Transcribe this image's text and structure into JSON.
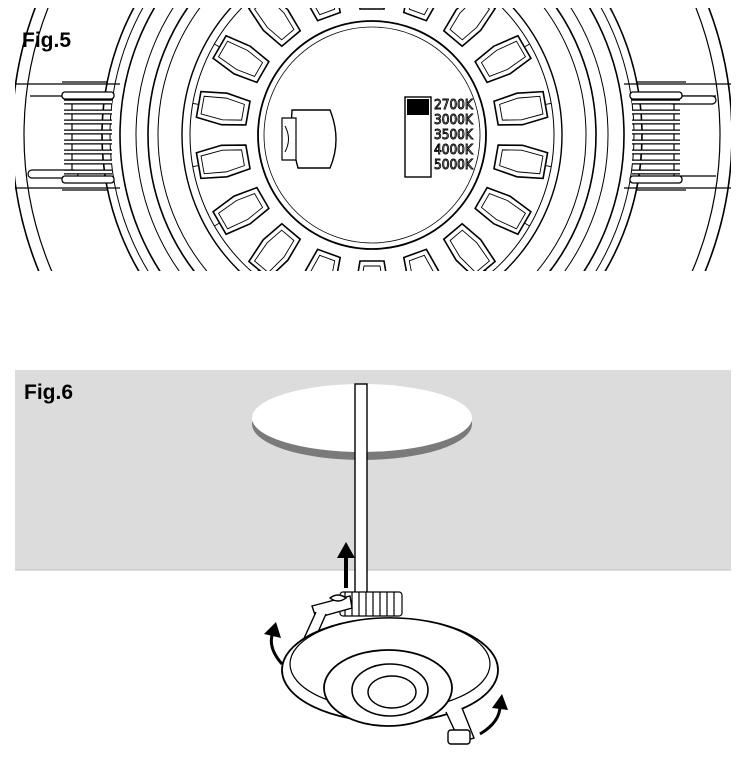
{
  "figures": [
    {
      "label": "Fig.5"
    },
    {
      "label": "Fig.6"
    }
  ],
  "cct_switch": {
    "options": [
      "2700K",
      "3000K",
      "3500K",
      "4000K",
      "5000K"
    ],
    "selected_index": 0
  }
}
